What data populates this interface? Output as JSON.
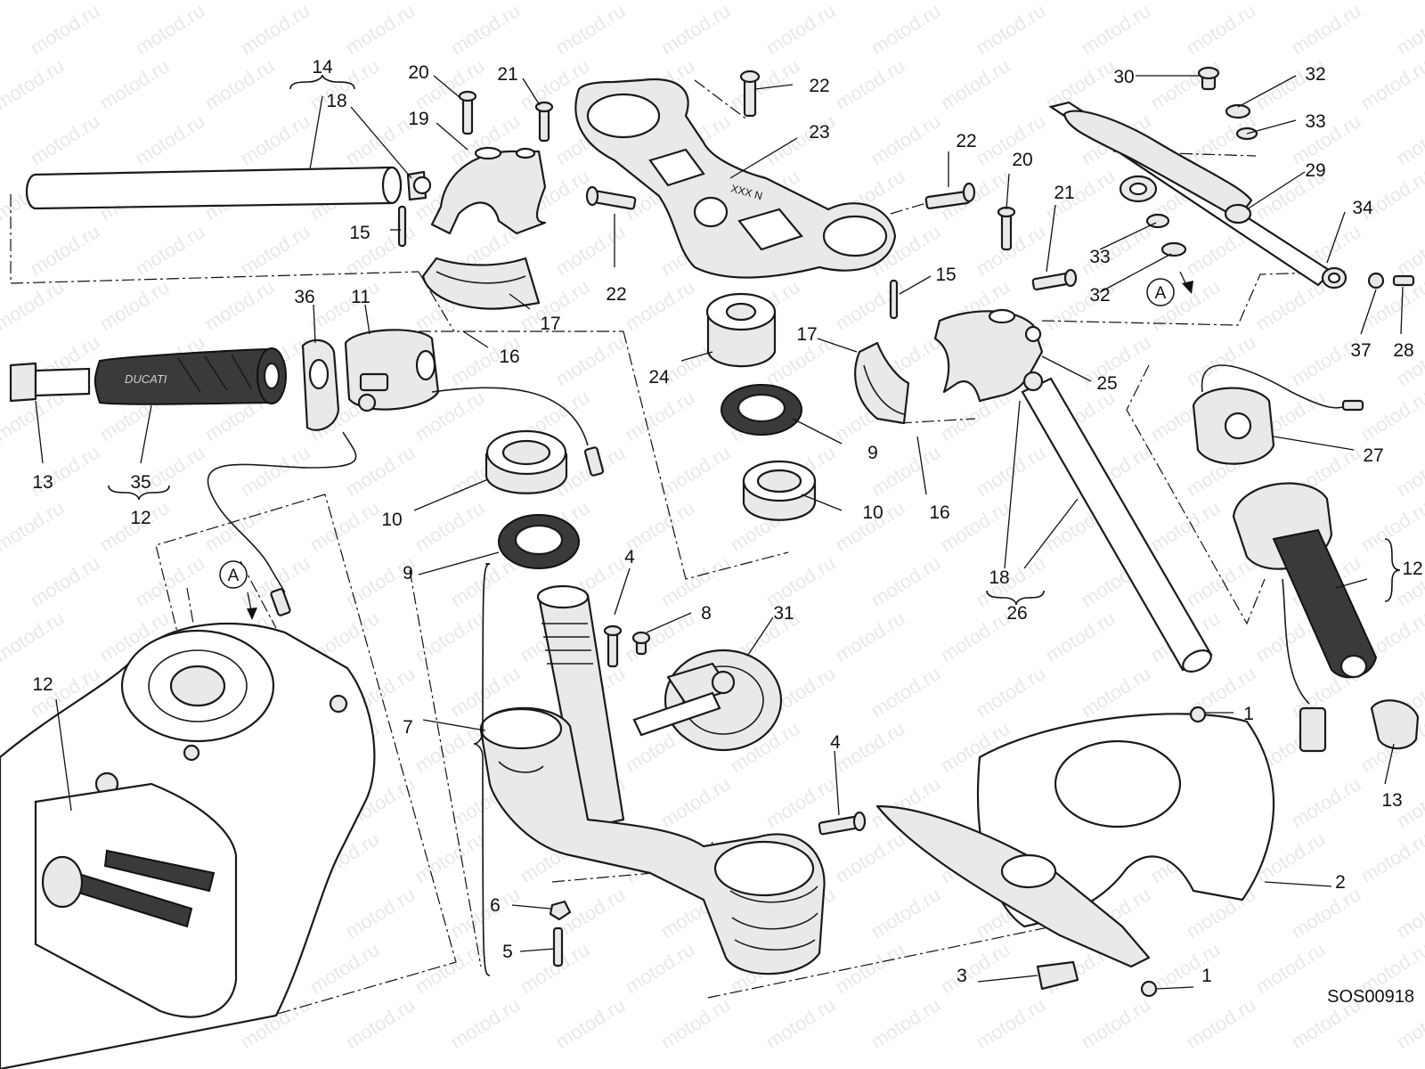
{
  "watermark": {
    "text": "motod.ru"
  },
  "diagram_code": "SOS00918",
  "callouts": [
    {
      "id": "c1a",
      "num": "1"
    },
    {
      "id": "c1b",
      "num": "1"
    },
    {
      "id": "c2",
      "num": "2"
    },
    {
      "id": "c3",
      "num": "3"
    },
    {
      "id": "c4a",
      "num": "4"
    },
    {
      "id": "c4b",
      "num": "4"
    },
    {
      "id": "c5",
      "num": "5"
    },
    {
      "id": "c6",
      "num": "6"
    },
    {
      "id": "c7",
      "num": "7"
    },
    {
      "id": "c8",
      "num": "8"
    },
    {
      "id": "c9a",
      "num": "9"
    },
    {
      "id": "c9b",
      "num": "9"
    },
    {
      "id": "c10a",
      "num": "10"
    },
    {
      "id": "c10b",
      "num": "10"
    },
    {
      "id": "c11",
      "num": "11"
    },
    {
      "id": "c12a",
      "num": "12"
    },
    {
      "id": "c12b",
      "num": "12"
    },
    {
      "id": "c12c",
      "num": "12"
    },
    {
      "id": "c13a",
      "num": "13"
    },
    {
      "id": "c13b",
      "num": "13"
    },
    {
      "id": "c14",
      "num": "14"
    },
    {
      "id": "c15a",
      "num": "15"
    },
    {
      "id": "c15b",
      "num": "15"
    },
    {
      "id": "c16a",
      "num": "16"
    },
    {
      "id": "c16b",
      "num": "16"
    },
    {
      "id": "c17a",
      "num": "17"
    },
    {
      "id": "c17b",
      "num": "17"
    },
    {
      "id": "c18a",
      "num": "18"
    },
    {
      "id": "c18b",
      "num": "18"
    },
    {
      "id": "c19",
      "num": "19"
    },
    {
      "id": "c20a",
      "num": "20"
    },
    {
      "id": "c20b",
      "num": "20"
    },
    {
      "id": "c21a",
      "num": "21"
    },
    {
      "id": "c21b",
      "num": "21"
    },
    {
      "id": "c22a",
      "num": "22"
    },
    {
      "id": "c22b",
      "num": "22"
    },
    {
      "id": "c22c",
      "num": "22"
    },
    {
      "id": "c23",
      "num": "23"
    },
    {
      "id": "c24",
      "num": "24"
    },
    {
      "id": "c25",
      "num": "25"
    },
    {
      "id": "c26",
      "num": "26"
    },
    {
      "id": "c27",
      "num": "27"
    },
    {
      "id": "c28",
      "num": "28"
    },
    {
      "id": "c29",
      "num": "29"
    },
    {
      "id": "c30",
      "num": "30"
    },
    {
      "id": "c31",
      "num": "31"
    },
    {
      "id": "c32a",
      "num": "32"
    },
    {
      "id": "c32b",
      "num": "32"
    },
    {
      "id": "c33a",
      "num": "33"
    },
    {
      "id": "c33b",
      "num": "33"
    },
    {
      "id": "c34",
      "num": "34"
    },
    {
      "id": "c35",
      "num": "35"
    },
    {
      "id": "c36",
      "num": "36"
    },
    {
      "id": "c37",
      "num": "37"
    }
  ],
  "reference_markers": [
    {
      "id": "refA1",
      "letter": "A"
    },
    {
      "id": "refA2",
      "letter": "A"
    }
  ],
  "grip_logo": "DUCATI",
  "clamp_marking": "XXX N"
}
